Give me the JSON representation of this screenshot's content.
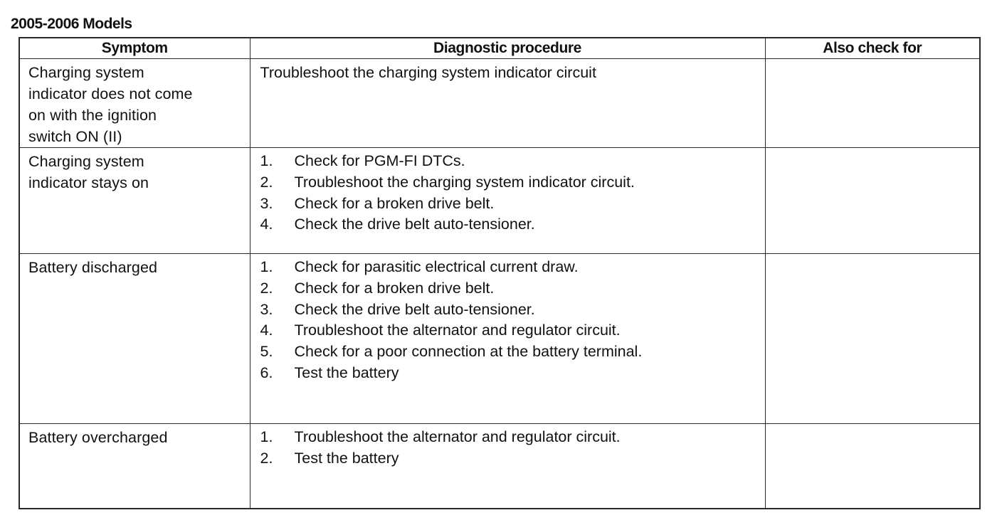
{
  "title": "2005-2006 Models",
  "table": {
    "headers": {
      "symptom": "Symptom",
      "procedure": "Diagnostic procedure",
      "also": "Also check for"
    },
    "rows": [
      {
        "symptom": "Charging system\nindicator does not come\non with the ignition\nswitch ON (II)",
        "procedure": "Troubleshoot the charging system indicator circuit",
        "steps": [],
        "also": ""
      },
      {
        "symptom": "Charging system\nindicator stays on",
        "procedure": "",
        "steps": [
          {
            "num": "1.",
            "text": "Check for PGM-FI DTCs."
          },
          {
            "num": "2.",
            "text": "Troubleshoot the charging system indicator circuit."
          },
          {
            "num": "3.",
            "text": "Check for a broken drive belt."
          },
          {
            "num": "4.",
            "text": "Check the drive belt auto-tensioner."
          }
        ],
        "also": ""
      },
      {
        "symptom": "Battery discharged",
        "procedure": "",
        "steps": [
          {
            "num": "1.",
            "text": "Check for parasitic electrical current draw."
          },
          {
            "num": "2.",
            "text": "Check for a broken drive belt."
          },
          {
            "num": "3.",
            "text": "Check the drive belt auto-tensioner."
          },
          {
            "num": "4.",
            "text": "Troubleshoot the alternator and regulator circuit."
          },
          {
            "num": "5.",
            "text": "Check for a poor connection at the battery terminal."
          },
          {
            "num": "6.",
            "text": "Test the battery"
          }
        ],
        "also": ""
      },
      {
        "symptom": "Battery overcharged",
        "procedure": "",
        "steps": [
          {
            "num": "1.",
            "text": "Troubleshoot the alternator and regulator circuit."
          },
          {
            "num": "2.",
            "text": "Test the battery"
          }
        ],
        "also": ""
      }
    ]
  }
}
